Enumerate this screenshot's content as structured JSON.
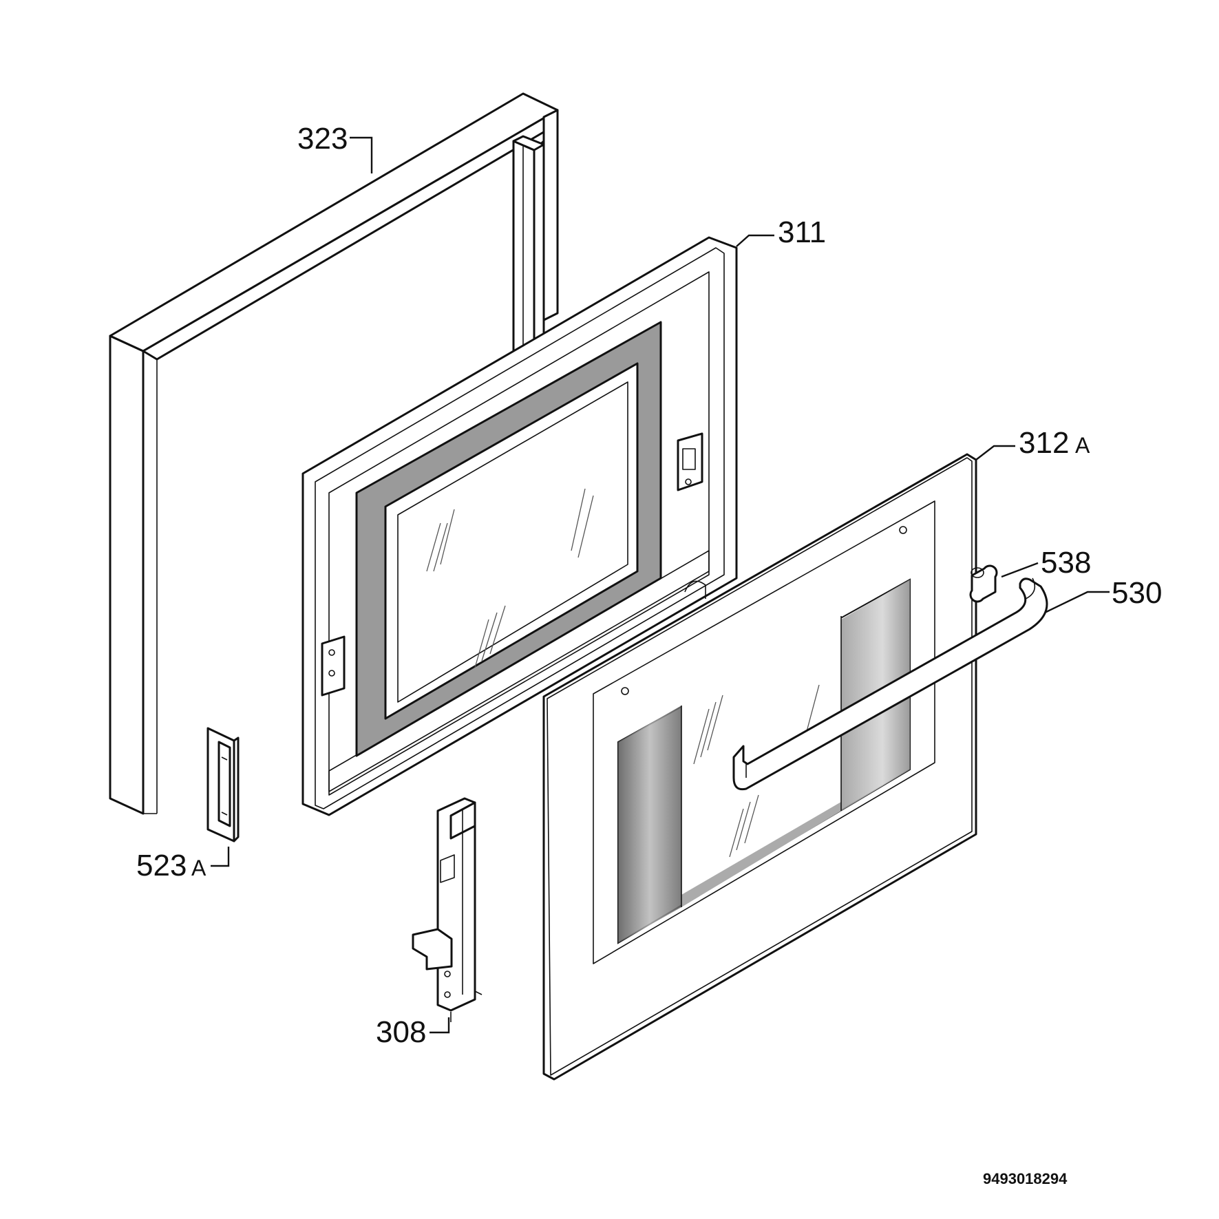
{
  "diagram": {
    "parts": [
      {
        "id": "frame",
        "number": "323",
        "suffix": ""
      },
      {
        "id": "inner-door",
        "number": "311",
        "suffix": ""
      },
      {
        "id": "outer-glass",
        "number": "312",
        "suffix": "A"
      },
      {
        "id": "spacer",
        "number": "538",
        "suffix": ""
      },
      {
        "id": "handle",
        "number": "530",
        "suffix": ""
      },
      {
        "id": "latch",
        "number": "523",
        "suffix": "A"
      },
      {
        "id": "hinge",
        "number": "308",
        "suffix": ""
      }
    ],
    "document_number": "9493018294"
  },
  "colors": {
    "line": "#111111",
    "background": "#ffffff",
    "shade": "#8a8a8a"
  }
}
